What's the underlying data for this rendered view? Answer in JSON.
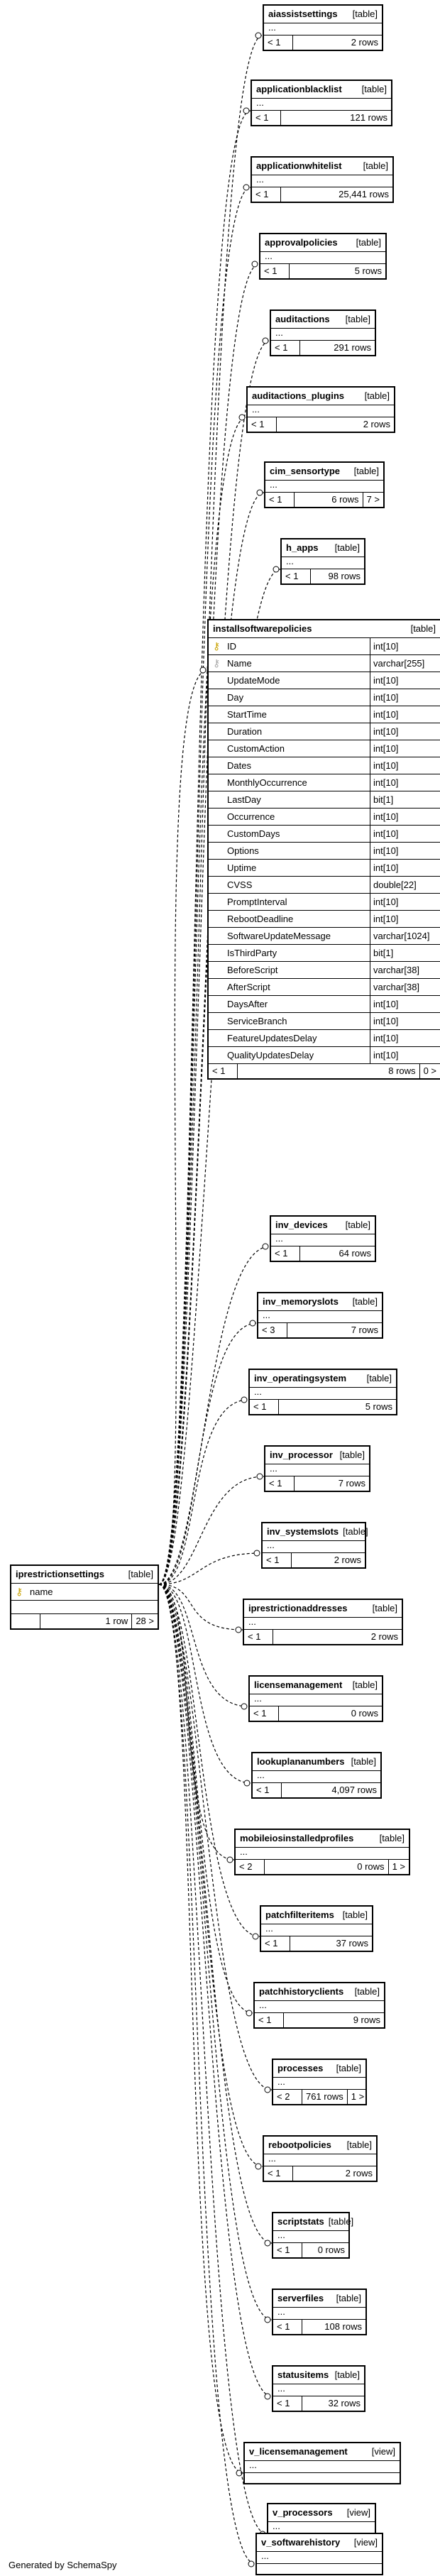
{
  "caption": "Generated by SchemaSpy",
  "main_table": {
    "name": "iprestrictionsettings",
    "type": "[table]",
    "column": "name",
    "key_icon": "primary-key-icon",
    "footer_left": "",
    "footer_rows": "1 row",
    "footer_right": "28 >"
  },
  "related_tables": [
    {
      "name": "aiassistsettings",
      "type": "[table]",
      "left": "< 1",
      "rows": "2 rows",
      "right": ""
    },
    {
      "name": "applicationblacklist",
      "type": "[table]",
      "left": "< 1",
      "rows": "121 rows",
      "right": ""
    },
    {
      "name": "applicationwhitelist",
      "type": "[table]",
      "left": "< 1",
      "rows": "25,441 rows",
      "right": ""
    },
    {
      "name": "approvalpolicies",
      "type": "[table]",
      "left": "< 1",
      "rows": "5 rows",
      "right": ""
    },
    {
      "name": "auditactions",
      "type": "[table]",
      "left": "< 1",
      "rows": "291 rows",
      "right": ""
    },
    {
      "name": "auditactions_plugins",
      "type": "[table]",
      "left": "< 1",
      "rows": "2 rows",
      "right": ""
    },
    {
      "name": "cim_sensortype",
      "type": "[table]",
      "left": "< 1",
      "rows": "6 rows",
      "right": "7 >"
    },
    {
      "name": "h_apps",
      "type": "[table]",
      "left": "< 1",
      "rows": "98 rows",
      "right": ""
    },
    {
      "name": "inv_devices",
      "type": "[table]",
      "left": "< 1",
      "rows": "64 rows",
      "right": ""
    },
    {
      "name": "inv_memoryslots",
      "type": "[table]",
      "left": "< 3",
      "rows": "7 rows",
      "right": ""
    },
    {
      "name": "inv_operatingsystem",
      "type": "[table]",
      "left": "< 1",
      "rows": "5 rows",
      "right": ""
    },
    {
      "name": "inv_processor",
      "type": "[table]",
      "left": "< 1",
      "rows": "7 rows",
      "right": ""
    },
    {
      "name": "inv_systemslots",
      "type": "[table]",
      "left": "< 1",
      "rows": "2 rows",
      "right": ""
    },
    {
      "name": "iprestrictionaddresses",
      "type": "[table]",
      "left": "< 1",
      "rows": "2 rows",
      "right": ""
    },
    {
      "name": "licensemanagement",
      "type": "[table]",
      "left": "< 1",
      "rows": "0 rows",
      "right": ""
    },
    {
      "name": "lookuplananumbers",
      "type": "[table]",
      "left": "< 1",
      "rows": "4,097 rows",
      "right": ""
    },
    {
      "name": "mobileiosinstalledprofiles",
      "type": "[table]",
      "left": "< 2",
      "rows": "0 rows",
      "right": "1 >"
    },
    {
      "name": "patchfilteritems",
      "type": "[table]",
      "left": "< 1",
      "rows": "37 rows",
      "right": ""
    },
    {
      "name": "patchhistoryclients",
      "type": "[table]",
      "left": "< 1",
      "rows": "9 rows",
      "right": ""
    },
    {
      "name": "processes",
      "type": "[table]",
      "left": "< 2",
      "rows": "761 rows",
      "right": "1 >"
    },
    {
      "name": "rebootpolicies",
      "type": "[table]",
      "left": "< 1",
      "rows": "2 rows",
      "right": ""
    },
    {
      "name": "scriptstats",
      "type": "[table]",
      "left": "< 1",
      "rows": "0 rows",
      "right": ""
    },
    {
      "name": "serverfiles",
      "type": "[table]",
      "left": "< 1",
      "rows": "108 rows",
      "right": ""
    },
    {
      "name": "statusitems",
      "type": "[table]",
      "left": "< 1",
      "rows": "32 rows",
      "right": ""
    },
    {
      "name": "v_licensemanagement",
      "type": "[view]",
      "left": "",
      "rows": "",
      "right": ""
    },
    {
      "name": "v_processors",
      "type": "[view]",
      "left": "",
      "rows": "",
      "right": ""
    },
    {
      "name": "v_softwarehistory",
      "type": "[view]",
      "left": "",
      "rows": "",
      "right": ""
    }
  ],
  "install_table": {
    "name": "installsoftwarepolicies",
    "type": "[table]",
    "columns": [
      {
        "name": "ID",
        "type": "int[10]",
        "icon": "primary-key-icon"
      },
      {
        "name": "Name",
        "type": "varchar[255]",
        "icon": "foreign-key-icon"
      },
      {
        "name": "UpdateMode",
        "type": "int[10]",
        "icon": ""
      },
      {
        "name": "Day",
        "type": "int[10]",
        "icon": ""
      },
      {
        "name": "StartTime",
        "type": "int[10]",
        "icon": ""
      },
      {
        "name": "Duration",
        "type": "int[10]",
        "icon": ""
      },
      {
        "name": "CustomAction",
        "type": "int[10]",
        "icon": ""
      },
      {
        "name": "Dates",
        "type": "int[10]",
        "icon": ""
      },
      {
        "name": "MonthlyOccurrence",
        "type": "int[10]",
        "icon": ""
      },
      {
        "name": "LastDay",
        "type": "bit[1]",
        "icon": ""
      },
      {
        "name": "Occurrence",
        "type": "int[10]",
        "icon": ""
      },
      {
        "name": "CustomDays",
        "type": "int[10]",
        "icon": ""
      },
      {
        "name": "Options",
        "type": "int[10]",
        "icon": ""
      },
      {
        "name": "Uptime",
        "type": "int[10]",
        "icon": ""
      },
      {
        "name": "CVSS",
        "type": "double[22]",
        "icon": ""
      },
      {
        "name": "PromptInterval",
        "type": "int[10]",
        "icon": ""
      },
      {
        "name": "RebootDeadline",
        "type": "int[10]",
        "icon": ""
      },
      {
        "name": "SoftwareUpdateMessage",
        "type": "varchar[1024]",
        "icon": ""
      },
      {
        "name": "IsThirdParty",
        "type": "bit[1]",
        "icon": ""
      },
      {
        "name": "BeforeScript",
        "type": "varchar[38]",
        "icon": ""
      },
      {
        "name": "AfterScript",
        "type": "varchar[38]",
        "icon": ""
      },
      {
        "name": "DaysAfter",
        "type": "int[10]",
        "icon": ""
      },
      {
        "name": "ServiceBranch",
        "type": "int[10]",
        "icon": ""
      },
      {
        "name": "FeatureUpdatesDelay",
        "type": "int[10]",
        "icon": ""
      },
      {
        "name": "QualityUpdatesDelay",
        "type": "int[10]",
        "icon": ""
      }
    ],
    "footer_left": "< 1",
    "footer_rows": "8 rows",
    "footer_right": "0 >"
  }
}
